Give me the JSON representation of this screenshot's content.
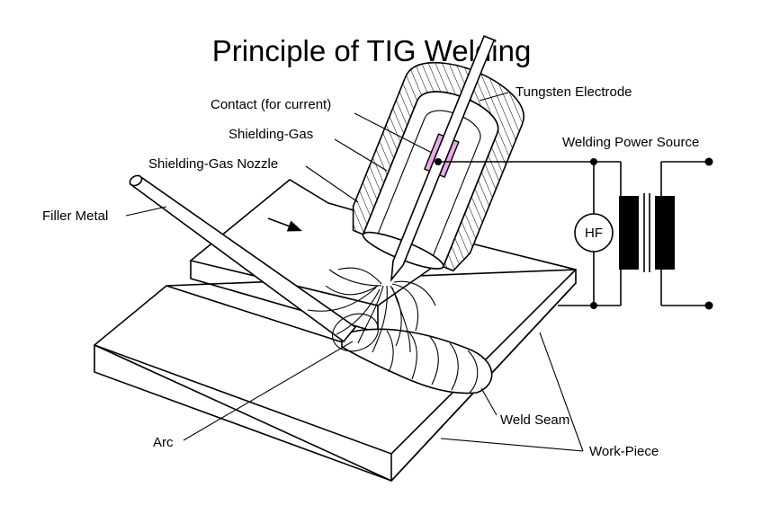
{
  "title": "Principle of TIG Welding",
  "labels": {
    "contact": "Contact (for current)",
    "tungsten_electrode": "Tungsten Electrode",
    "shielding_gas": "Shielding-Gas",
    "shielding_gas_nozzle": "Shielding-Gas Nozzle",
    "welding_power_source": "Welding Power Source",
    "filler_metal": "Filler Metal",
    "hf": "HF",
    "weld_seam": "Weld Seam",
    "arc": "Arc",
    "work_piece": "Work-Piece"
  },
  "colors": {
    "contact_fill": "#e8a9e6",
    "line": "#000000",
    "background": "#ffffff"
  }
}
